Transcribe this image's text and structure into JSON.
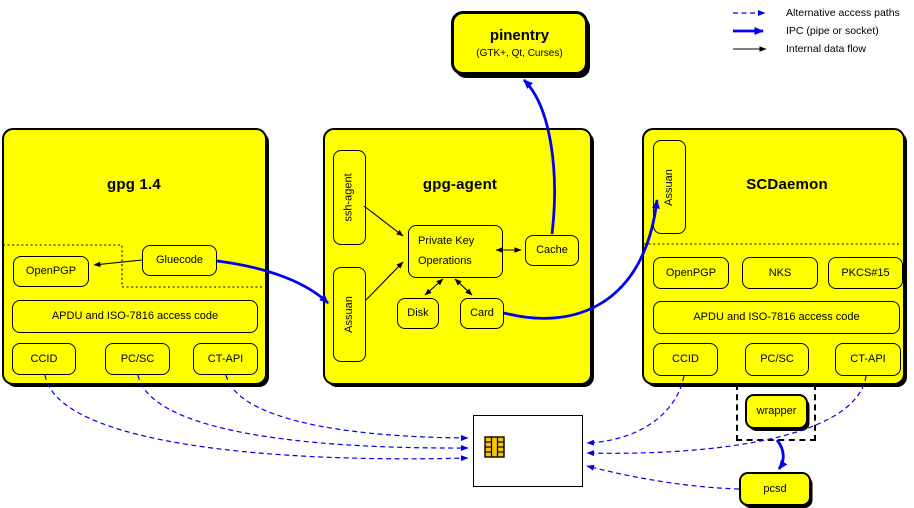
{
  "legend": {
    "items": [
      {
        "id": "alternative",
        "label": "Alternative access paths"
      },
      {
        "id": "ipc",
        "label": "IPC (pipe or socket)"
      },
      {
        "id": "internal",
        "label": "Internal data flow"
      }
    ]
  },
  "pinentry": {
    "title": "pinentry",
    "subtitle": "(GTK+, Qt, Curses)"
  },
  "gpg14": {
    "title": "gpg 1.4",
    "openpgp": "OpenPGP",
    "gluecode": "Gluecode",
    "apdu": "APDU and ISO-7816 access code",
    "ccid": "CCID",
    "pcsc": "PC/SC",
    "ctapi": "CT-API"
  },
  "gpg_agent": {
    "title": "gpg-agent",
    "ssh_agent": "ssh-agent",
    "assuan": "Assuan",
    "pko_line1": "Private Key",
    "pko_line2": "Operations",
    "cache": "Cache",
    "disk": "Disk",
    "card": "Card"
  },
  "scdaemon": {
    "title": "SCDaemon",
    "assuan": "Assuan",
    "openpgp": "OpenPGP",
    "nks": "NKS",
    "pkcs15": "PKCS#15",
    "apdu": "APDU and ISO-7816 access code",
    "ccid": "CCID",
    "pcsc": "PC/SC",
    "ctapi": "CT-API"
  },
  "wrapper": {
    "label": "wrapper"
  },
  "pcsd": {
    "label": "pcsd"
  },
  "colors": {
    "node_fill": "#FFFF00",
    "ipc_blue": "#0000EE",
    "line_black": "#000000",
    "card_fill": "#FFFFFF",
    "chip_fill": "#F7C600"
  },
  "edges": [
    {
      "from": "gpg14.gluecode",
      "to": "gpg14.openpgp",
      "type": "internal"
    },
    {
      "from": "gpg_agent.ssh_agent",
      "to": "gpg_agent.private_key_operations",
      "type": "internal"
    },
    {
      "from": "gpg_agent.assuan",
      "to": "gpg_agent.private_key_operations",
      "type": "internal"
    },
    {
      "from": "gpg_agent.private_key_operations",
      "to": "gpg_agent.cache",
      "type": "internal-bidirectional"
    },
    {
      "from": "gpg_agent.private_key_operations",
      "to": "gpg_agent.disk",
      "type": "internal-bidirectional"
    },
    {
      "from": "gpg_agent.private_key_operations",
      "to": "gpg_agent.card",
      "type": "internal-bidirectional"
    },
    {
      "from": "gpg_agent.cache",
      "to": "pinentry",
      "type": "ipc"
    },
    {
      "from": "gpg14.gluecode",
      "to": "gpg_agent.assuan",
      "type": "ipc"
    },
    {
      "from": "gpg_agent.card",
      "to": "scdaemon.assuan",
      "type": "ipc"
    },
    {
      "from": "scdaemon.wrapper",
      "to": "pcsd",
      "type": "ipc"
    },
    {
      "from": "gpg14.ccid",
      "to": "smartcard",
      "type": "alternative"
    },
    {
      "from": "gpg14.pcsc",
      "to": "smartcard",
      "type": "alternative"
    },
    {
      "from": "gpg14.ctapi",
      "to": "smartcard",
      "type": "alternative"
    },
    {
      "from": "scdaemon.ccid",
      "to": "smartcard",
      "type": "alternative"
    },
    {
      "from": "scdaemon.ctapi",
      "to": "smartcard",
      "type": "alternative"
    },
    {
      "from": "pcsd",
      "to": "smartcard",
      "type": "alternative"
    }
  ]
}
